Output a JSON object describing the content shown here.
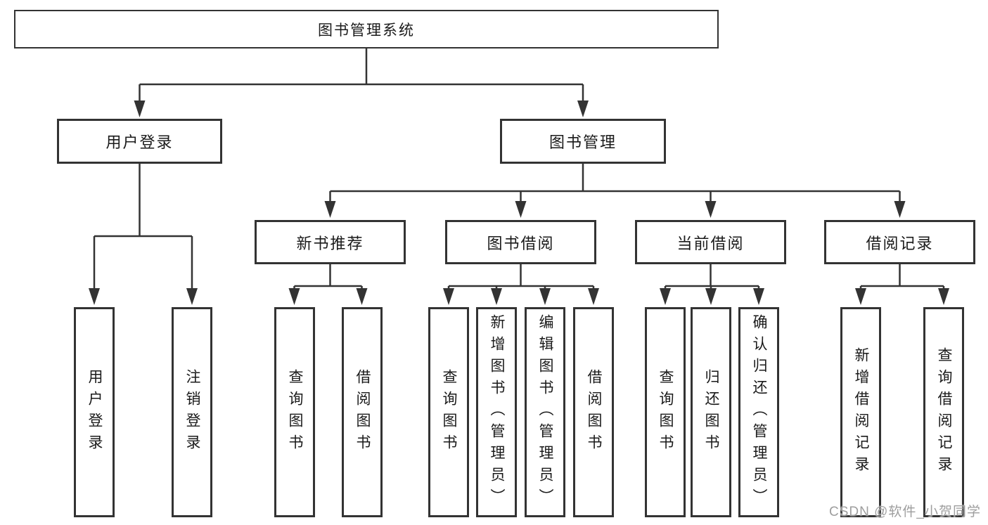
{
  "tree": {
    "root": {
      "label": "图书管理系统"
    },
    "user_login": {
      "label": "用户登录",
      "children": [
        {
          "label": "用户登录"
        },
        {
          "label": "注销登录"
        }
      ]
    },
    "book_management": {
      "label": "图书管理",
      "children": [
        {
          "label": "新书推荐",
          "children": [
            {
              "label": "查询图书"
            },
            {
              "label": "借阅图书"
            }
          ]
        },
        {
          "label": "图书借阅",
          "children": [
            {
              "label": "查询图书"
            },
            {
              "label": "新增图书（管理员）"
            },
            {
              "label": "编辑图书（管理员）"
            },
            {
              "label": "借阅图书"
            }
          ]
        },
        {
          "label": "当前借阅",
          "children": [
            {
              "label": "查询图书"
            },
            {
              "label": "归还图书"
            },
            {
              "label": "确认归还（管理员）"
            }
          ]
        },
        {
          "label": "借阅记录",
          "children": [
            {
              "label": "新增借阅记录"
            },
            {
              "label": "查询借阅记录"
            }
          ]
        }
      ]
    }
  },
  "watermark": {
    "text": "CSDN @软件_小贺同学"
  },
  "colors": {
    "line": "#333333",
    "text": "#1a1a1a",
    "watermark": "#9e9e9e",
    "background": "#ffffff"
  }
}
